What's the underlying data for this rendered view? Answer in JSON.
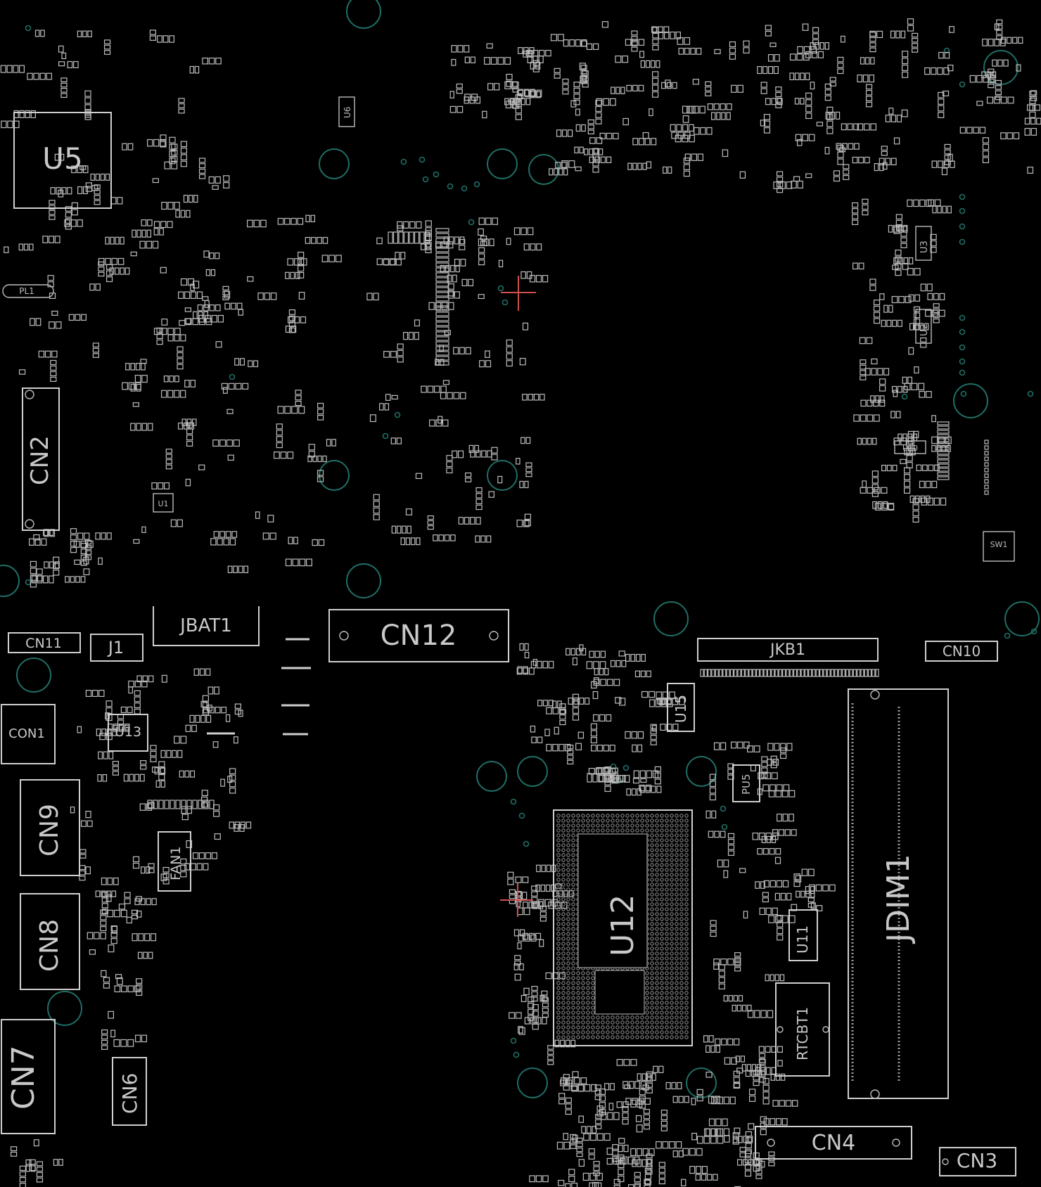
{
  "board": {
    "background": "#000000",
    "silkscreen_color": "#cfcfcf",
    "hole_color": "#1f6f66",
    "marker_color": "#d05050",
    "labels": {
      "u5": "U5",
      "u6": "U6",
      "u3": "U3",
      "u2": "U2",
      "pl1": "PL1",
      "cn2": "CN2",
      "sw1": "SW1",
      "cn11": "CN11",
      "j1": "J1",
      "jbat1": "JBAT1",
      "cn12": "CN12",
      "jkb1": "JKB1",
      "cn10": "CN10",
      "con1": "CON1",
      "u13": "U13",
      "u15": "U15",
      "cn9": "CN9",
      "fan1": "FAN1",
      "pu5": "PU5",
      "u12": "U12",
      "jdim1": "JDIM1",
      "u11": "U11",
      "cn8": "CN8",
      "rtcbt1": "RTCBT1",
      "cn7": "CN7",
      "cn6": "CN6",
      "cn4": "CN4",
      "cn3": "CN3",
      "u1": "U1",
      "u10": "U10"
    }
  }
}
